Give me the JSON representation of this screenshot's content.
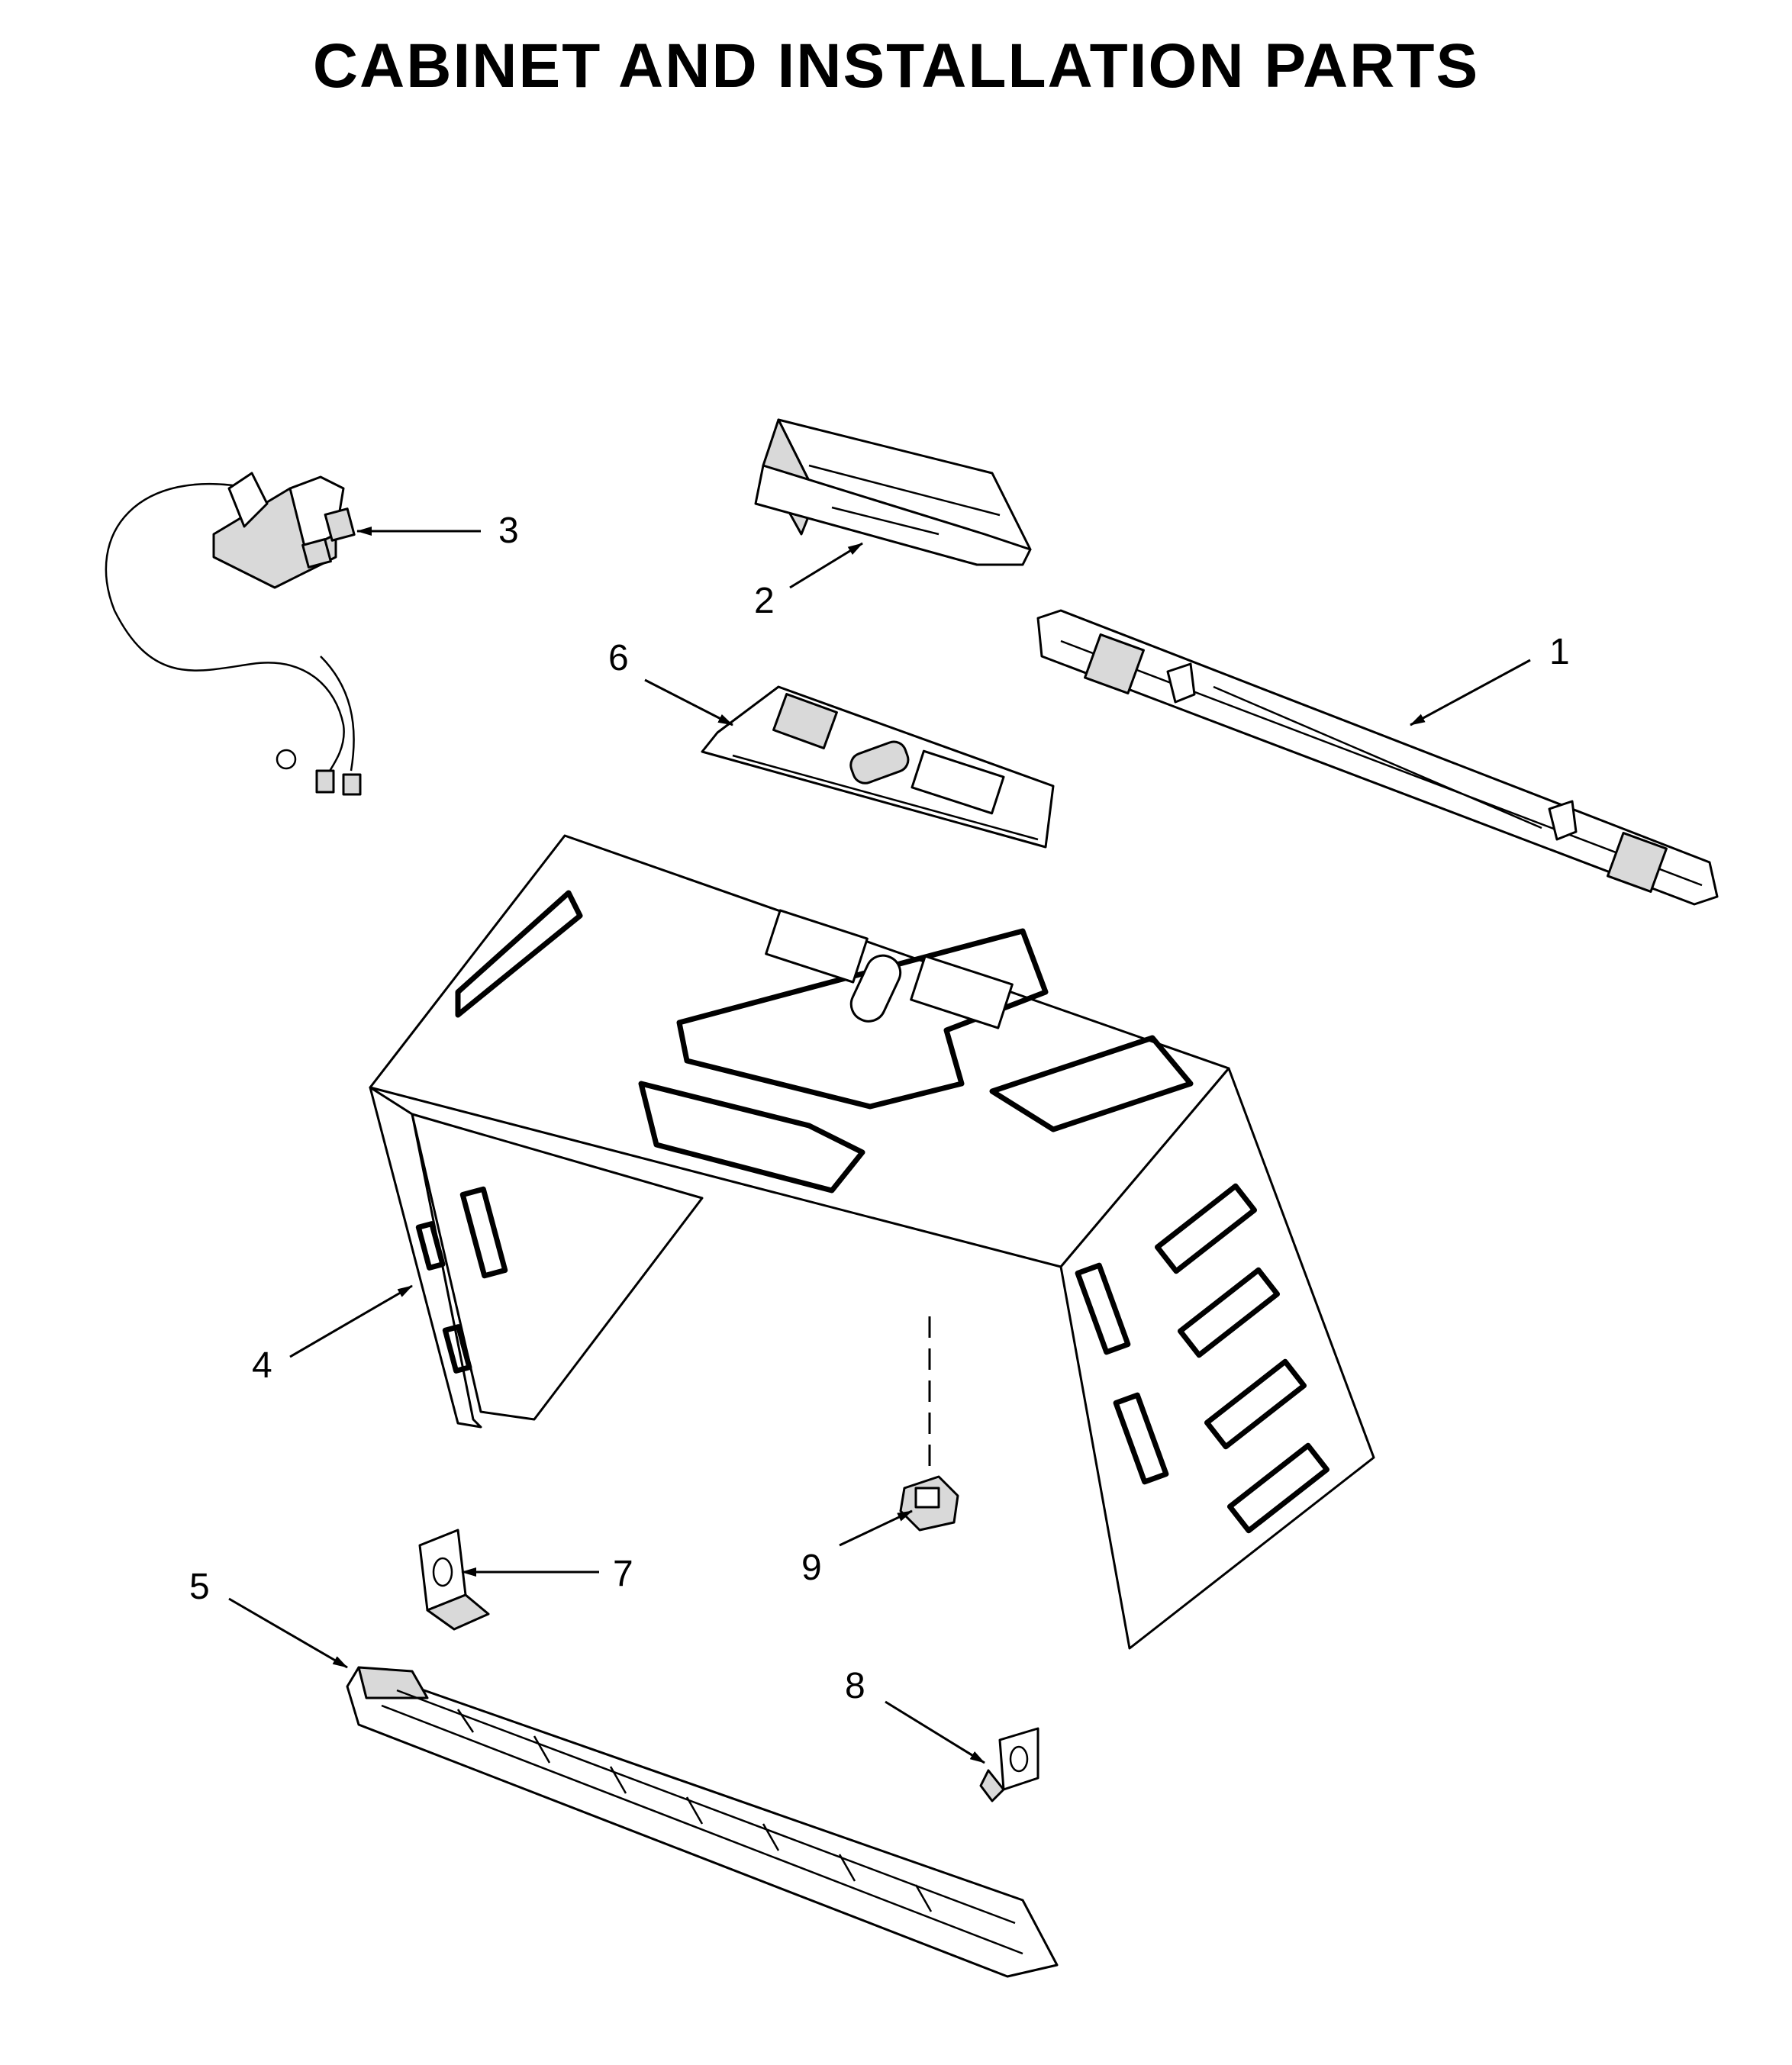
{
  "title": "CABINET AND INSTALLATION PARTS",
  "callouts": [
    {
      "id": "1",
      "label": "1"
    },
    {
      "id": "2",
      "label": "2"
    },
    {
      "id": "3",
      "label": "3"
    },
    {
      "id": "4",
      "label": "4"
    },
    {
      "id": "5",
      "label": "5"
    },
    {
      "id": "6",
      "label": "6"
    },
    {
      "id": "7",
      "label": "7"
    },
    {
      "id": "8",
      "label": "8"
    },
    {
      "id": "9",
      "label": "9"
    }
  ]
}
